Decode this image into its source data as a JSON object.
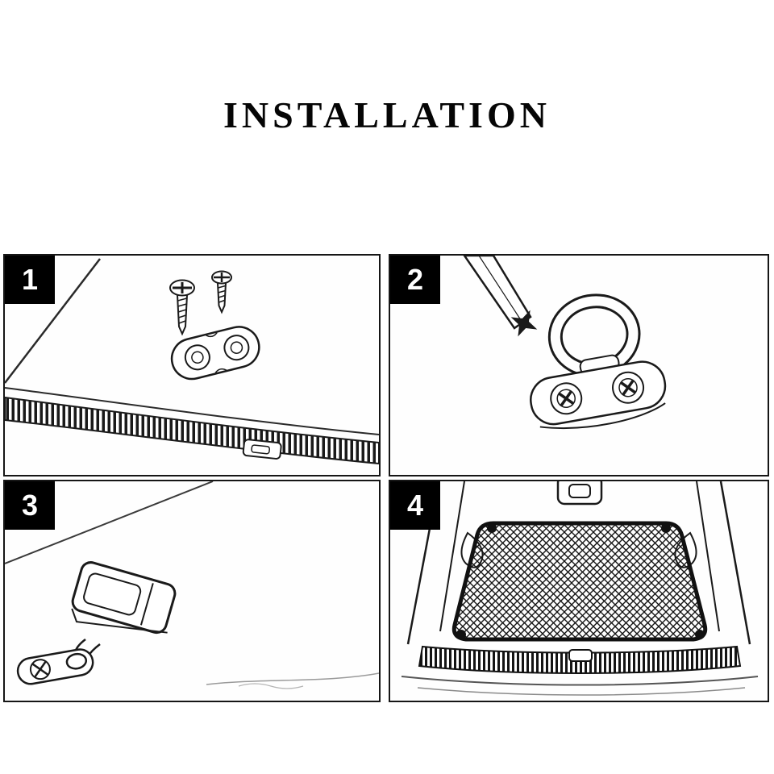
{
  "page": {
    "title": "INSTALLATION",
    "background_color": "#ffffff"
  },
  "colors": {
    "ink": "#1a1a1a",
    "light_ink": "#555555",
    "panel_border": "#161616",
    "badge_background": "#000000",
    "badge_text": "#ffffff"
  },
  "steps": [
    {
      "number": "1",
      "illustration": "mounting-screws-and-anchor-plate-over-trunk-sill"
    },
    {
      "number": "2",
      "illustration": "phillips-screwdriver-fastening-ring-anchor"
    },
    {
      "number": "3",
      "illustration": "net-hook-clipped-to-floor-anchor"
    },
    {
      "number": "4",
      "illustration": "elastic-cargo-net-installed-in-trunk"
    }
  ]
}
